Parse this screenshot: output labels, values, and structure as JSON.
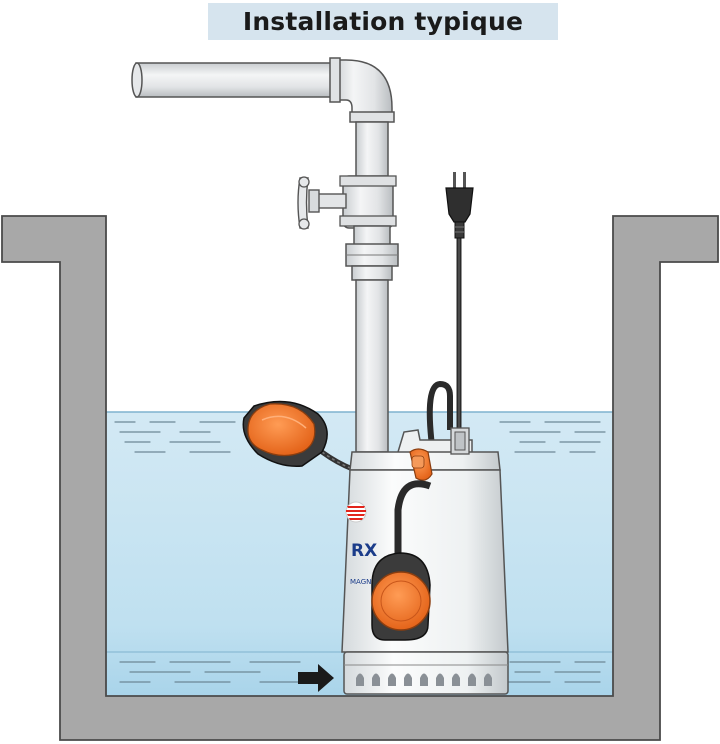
{
  "title": "Installation typique",
  "pump": {
    "brand_text": "RX",
    "label_text": "MAGNUS"
  },
  "colors": {
    "title_bg": "#d6e4ee",
    "wall": "#a8a8a8",
    "water": "#cfe6f2",
    "pipe": "#e6e8ea",
    "float_orange": "#f07a2a",
    "float_dark": "#3a3a3a",
    "pump_body": "#f4f6f7"
  },
  "icons": [
    "float-switch-icon",
    "power-plug-icon",
    "valve-handwheel-icon",
    "flow-arrow-icon"
  ]
}
